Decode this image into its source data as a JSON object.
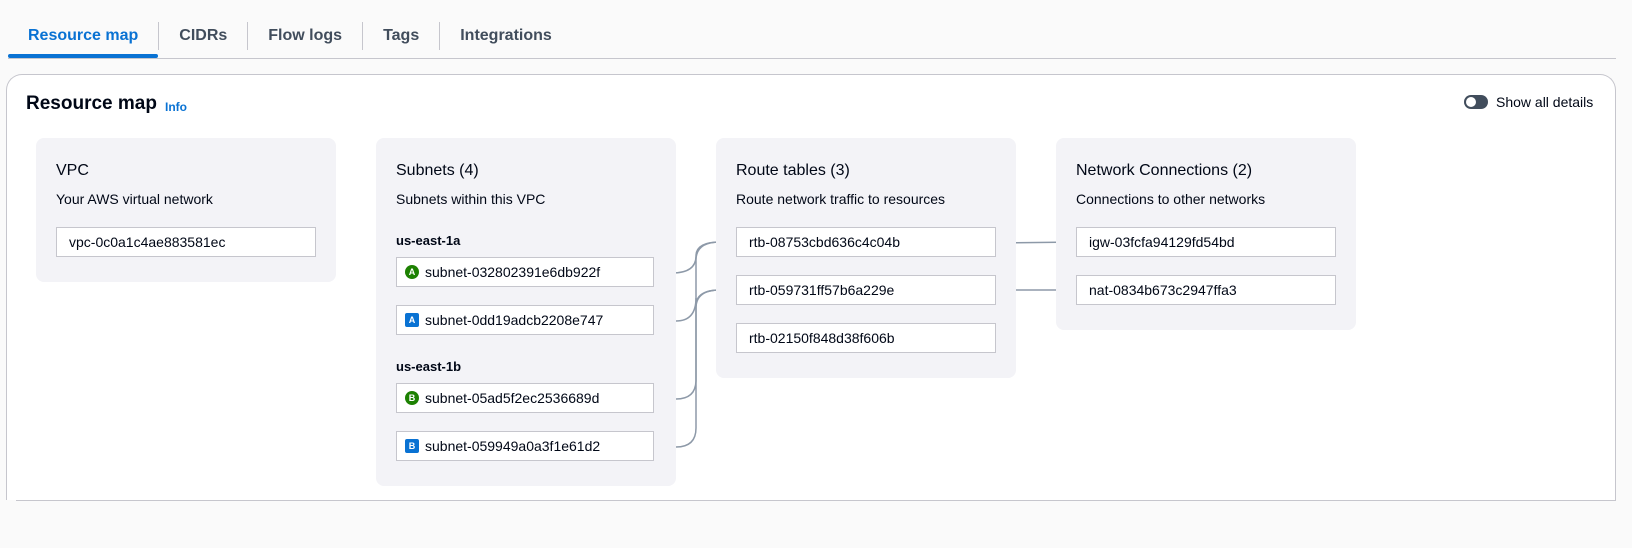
{
  "tabs": [
    {
      "label": "Resource map",
      "active": true
    },
    {
      "label": "CIDRs",
      "active": false
    },
    {
      "label": "Flow logs",
      "active": false
    },
    {
      "label": "Tags",
      "active": false
    },
    {
      "label": "Integrations",
      "active": false
    }
  ],
  "header": {
    "title": "Resource map",
    "info": "Info",
    "toggle_label": "Show all details",
    "toggle_on": false
  },
  "vpc": {
    "title": "VPC",
    "subtitle": "Your AWS virtual network",
    "id": "vpc-0c0a1c4ae883581ec"
  },
  "subnets": {
    "title": "Subnets (4)",
    "subtitle": "Subnets within this VPC",
    "groups": [
      {
        "az": "us-east-1a",
        "items": [
          {
            "badge": "A",
            "type": "public",
            "id": "subnet-032802391e6db922f"
          },
          {
            "badge": "A",
            "type": "private",
            "id": "subnet-0dd19adcb2208e747"
          }
        ]
      },
      {
        "az": "us-east-1b",
        "items": [
          {
            "badge": "B",
            "type": "public",
            "id": "subnet-05ad5f2ec2536689d"
          },
          {
            "badge": "B",
            "type": "private",
            "id": "subnet-059949a0a3f1e61d2"
          }
        ]
      }
    ]
  },
  "route_tables": {
    "title": "Route tables (3)",
    "subtitle": "Route network traffic to resources",
    "items": [
      "rtb-08753cbd636c4c04b",
      "rtb-059731ff57b6a229e",
      "rtb-02150f848d38f606b"
    ]
  },
  "network_connections": {
    "title": "Network Connections (2)",
    "subtitle": "Connections to other networks",
    "items": [
      "igw-03fcfa94129fd54bd",
      "nat-0834b673c2947ffa3"
    ]
  },
  "colors": {
    "accent": "#0972d3",
    "public_badge": "#1d8102",
    "private_badge": "#0972d3",
    "connector": "#8d99a8"
  }
}
